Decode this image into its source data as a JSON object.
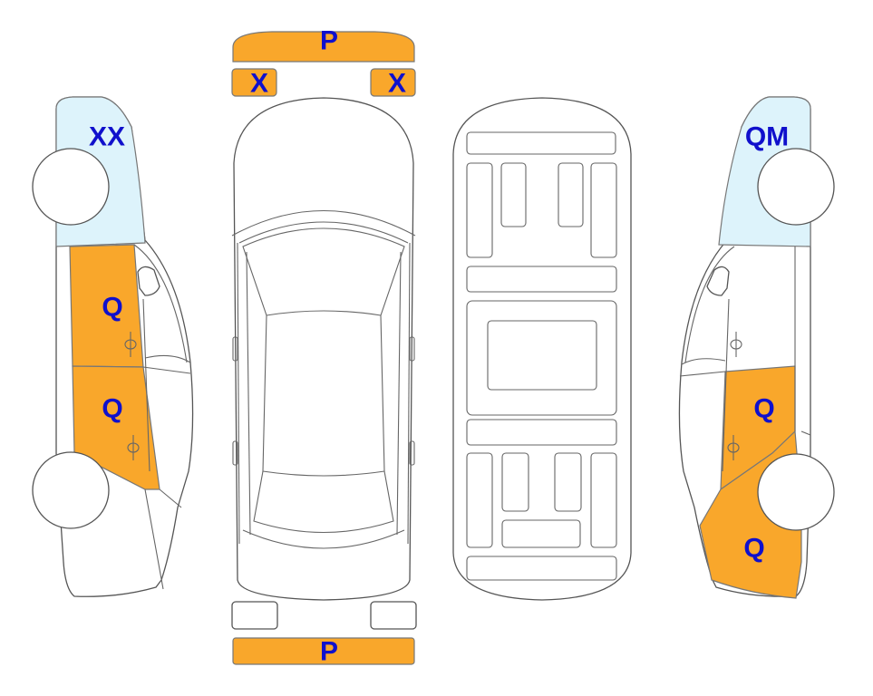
{
  "colors": {
    "damage_panel": "#f9a72b",
    "glass_panel": "#ddf3fb",
    "mark_text": "#1010cc",
    "outline": "#555555"
  },
  "marks": {
    "front_bumper": "P",
    "front_light_left": "X",
    "front_light_right": "X",
    "rear_bumper": "P",
    "left_windshield": "XX",
    "left_front_door": "Q",
    "left_rear_door": "Q",
    "right_windshield": "QM",
    "right_rear_door": "Q",
    "right_rear_quarter": "Q"
  }
}
